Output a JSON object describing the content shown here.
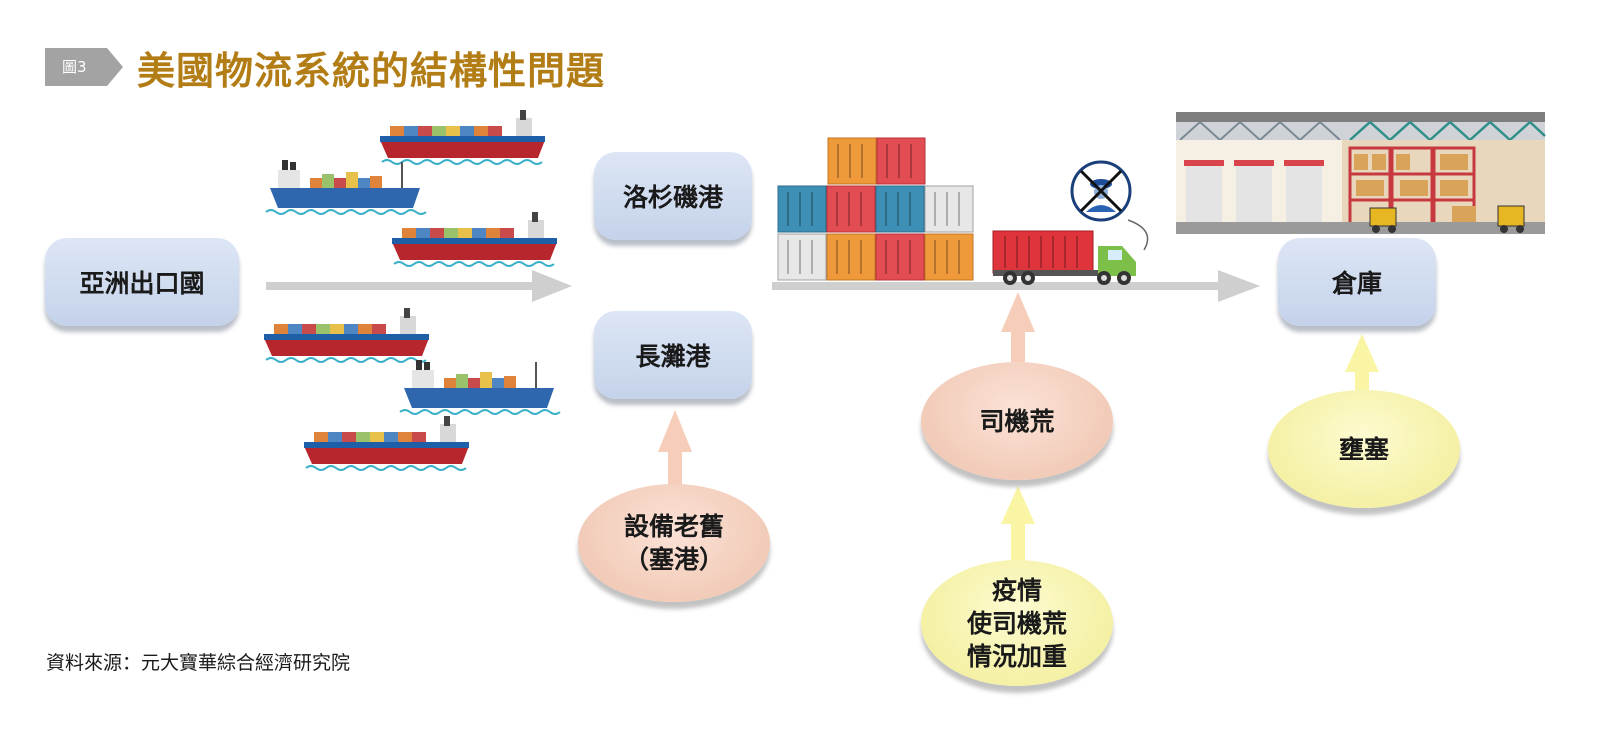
{
  "header": {
    "figure_tag": "圖3",
    "title": "美國物流系統的結構性問題"
  },
  "nodes": {
    "asia_exporters": "亞洲出口國",
    "la_port": "洛杉磯港",
    "long_beach_port": "長灘港",
    "warehouse": "倉庫"
  },
  "causes": {
    "old_equipment_line1": "設備老舊",
    "old_equipment_line2": "（塞港）",
    "driver_shortage": "司機荒",
    "pandemic_line1": "疫情",
    "pandemic_line2": "使司機荒",
    "pandemic_line3": "情況加重",
    "congestion": "壅塞"
  },
  "source": "資料來源：元大寶華綜合經濟研究院",
  "colors": {
    "title_gold": "#b37d16",
    "box_blue": "#d2ddf0",
    "pink": "#f3ccb9",
    "yellow": "#f7f3a8",
    "arrow_gray": "#cfcfcf"
  },
  "icons": [
    "cargo-ship-icon",
    "container-stack-icon",
    "truck-icon",
    "no-driver-icon",
    "warehouse-icon"
  ]
}
